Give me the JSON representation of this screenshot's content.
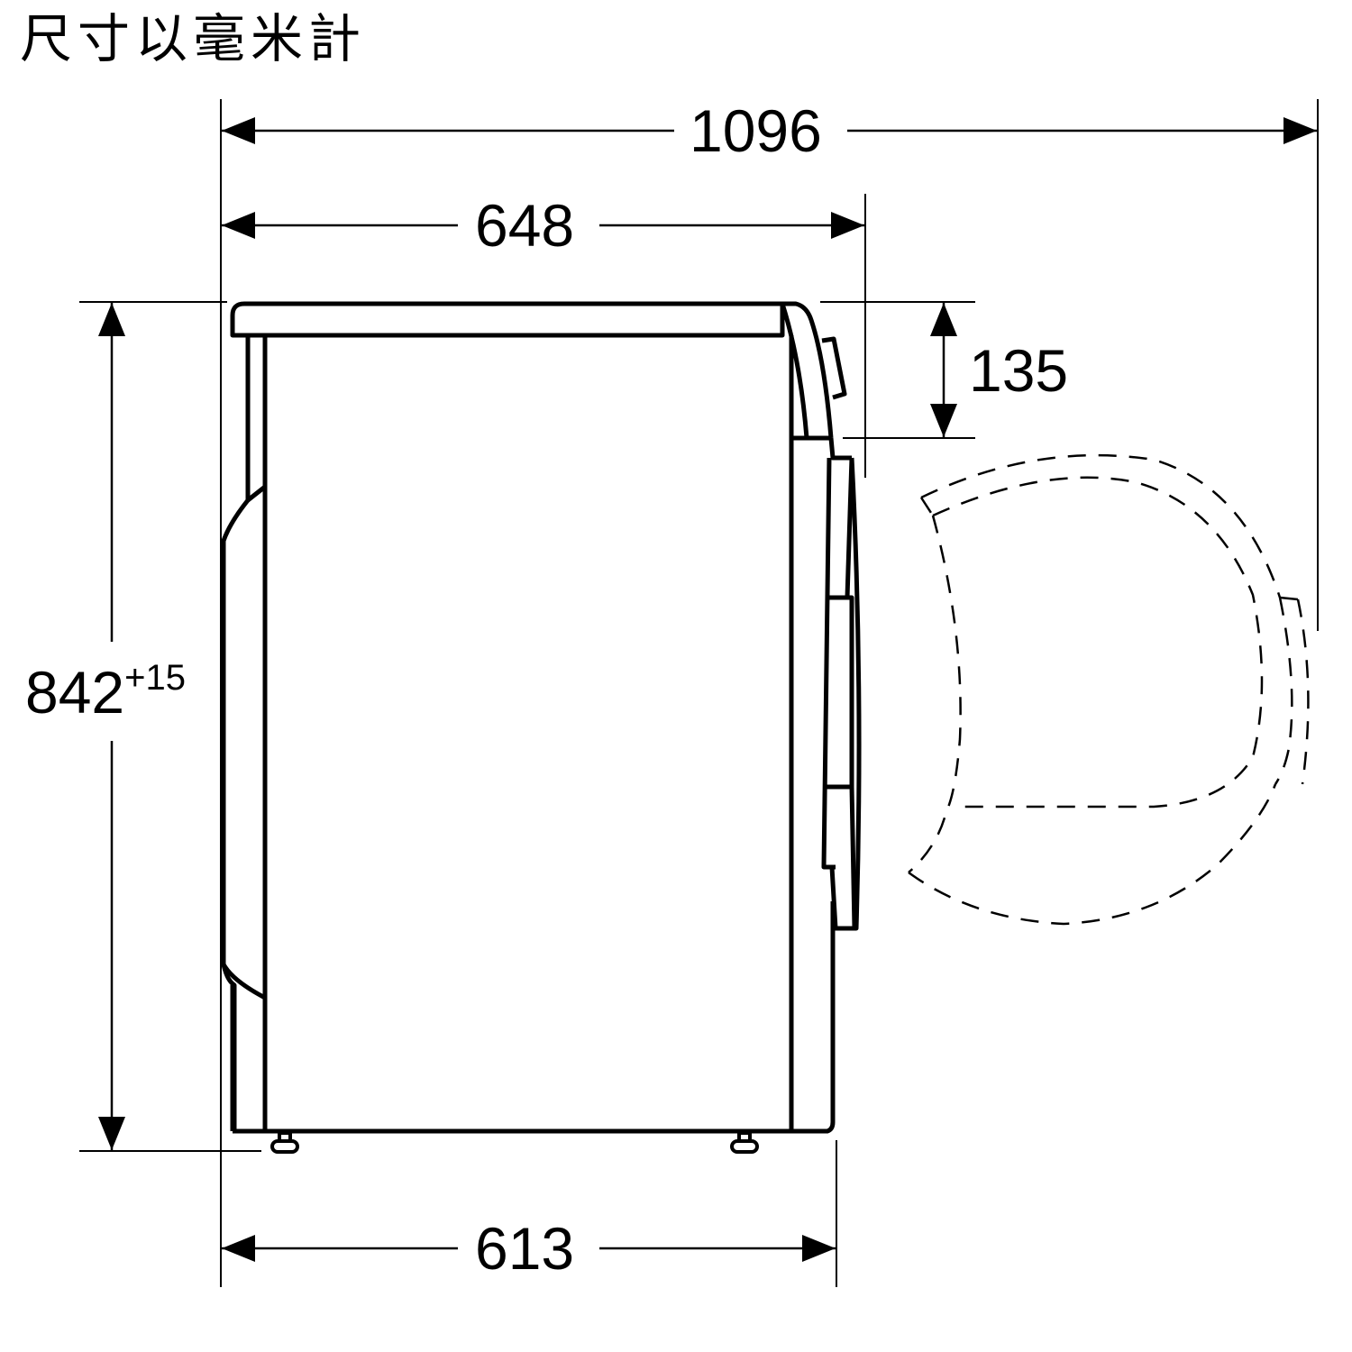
{
  "title": "尺寸以毫米計",
  "units": "mm",
  "colors": {
    "line": "#000000",
    "background": "#ffffff"
  },
  "dimensions": {
    "overall_depth_door_open": {
      "value": "1096",
      "label": "1096"
    },
    "depth_with_top": {
      "value": "648",
      "label": "648"
    },
    "control_panel_height": {
      "value": "135",
      "label": "135"
    },
    "height": {
      "value": "842",
      "tolerance": "+15",
      "label": "842"
    },
    "body_depth": {
      "value": "613",
      "label": "613"
    }
  },
  "drawing": {
    "view": "side-elevation",
    "subject": "appliance",
    "door_open_outline": "dashed"
  }
}
